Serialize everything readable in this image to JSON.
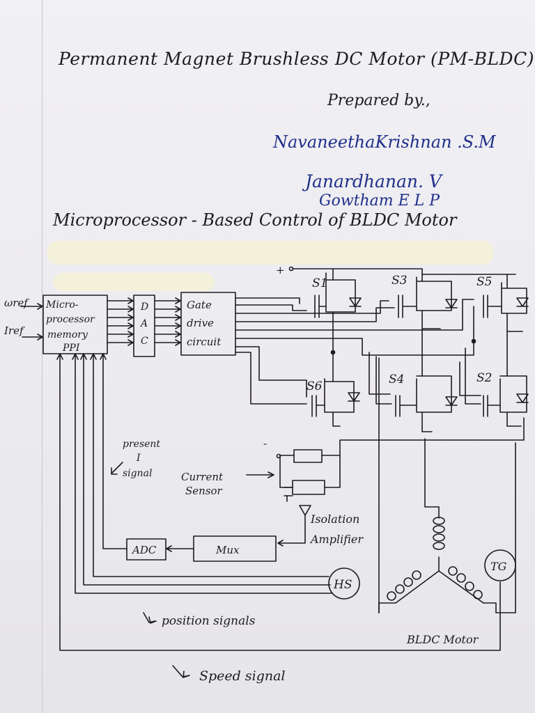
{
  "header": {
    "title": "Permanent Magnet Brushless DC Motor (PM-BLDC)",
    "prepared_by": "Prepared by.,",
    "authors": [
      "NavaneethaKrishnan .S.M",
      "Janardhanan. V",
      "Gowtham E L P"
    ]
  },
  "section": {
    "title": "Microprocessor - Based Control of BLDC Motor"
  },
  "diagram": {
    "inputs": {
      "wref": "ωref",
      "iref": "Iref"
    },
    "plus_sign": "+",
    "minus_sign": "-",
    "blocks": {
      "microprocessor": [
        "Micro-",
        "processor",
        "memory",
        "PPI"
      ],
      "dac": [
        "D",
        "A",
        "C"
      ],
      "gate_drive": [
        "Gate",
        "drive",
        "circuit"
      ],
      "adc": "ADC",
      "mux": "Mux",
      "hall_sensor": "HS",
      "tachogenerator": "TG"
    },
    "switches": [
      "S1",
      "S3",
      "S5",
      "S6",
      "S4",
      "S2"
    ],
    "labels": {
      "present_signal": [
        "present",
        "I",
        "signal"
      ],
      "current_sensor": [
        "Current",
        "Sensor"
      ],
      "isolation_amplifier": [
        "Isolation",
        "Amplifier"
      ],
      "position_signals": "position signals",
      "speed_signal": "Speed signal",
      "motor": "BLDC Motor"
    },
    "ink_color": "#1d1b22",
    "author_ink_color": "#1f2f8a"
  }
}
